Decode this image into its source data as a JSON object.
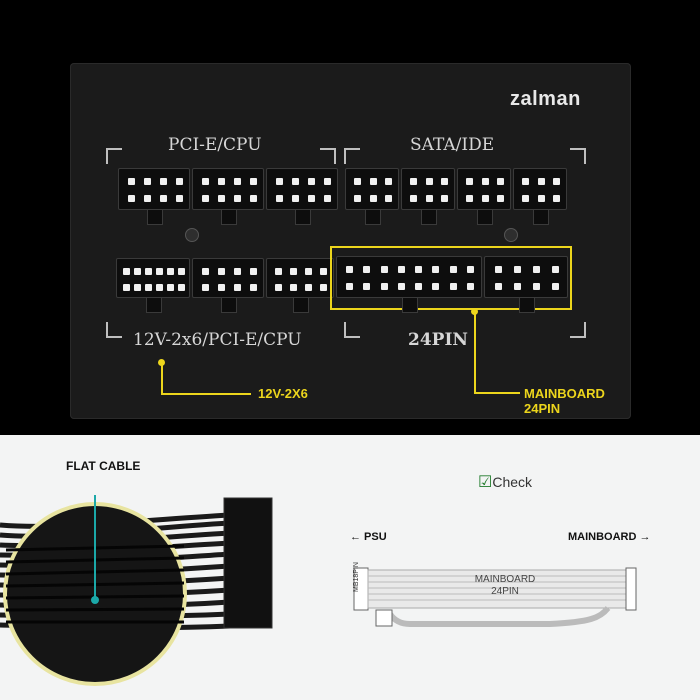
{
  "psu": {
    "brand": "zalman",
    "group_labels": {
      "pcie_cpu": "PCI-E/CPU",
      "sata_ide": "SATA/IDE",
      "combo": "12V-2x6/PCI-E/CPU",
      "pin24": "24PIN"
    }
  },
  "callouts": {
    "c12v": "12V-2X6",
    "mainboard_line1": "MAINBOARD",
    "mainboard_line2": "24PIN"
  },
  "bottom": {
    "flat_cable": "FLAT CABLE",
    "check": "Check",
    "psu_arrow": "← PSU",
    "mainboard_arrow": "MAINBOARD →",
    "cable_line1": "MAINBOARD",
    "cable_line2": "24PIN",
    "tag": "MB18PIN"
  },
  "colors": {
    "accent_yellow": "#ecd51c",
    "psu_body": "#1b1b1b"
  },
  "icons": [
    "screw-icon",
    "checkmark-icon"
  ]
}
